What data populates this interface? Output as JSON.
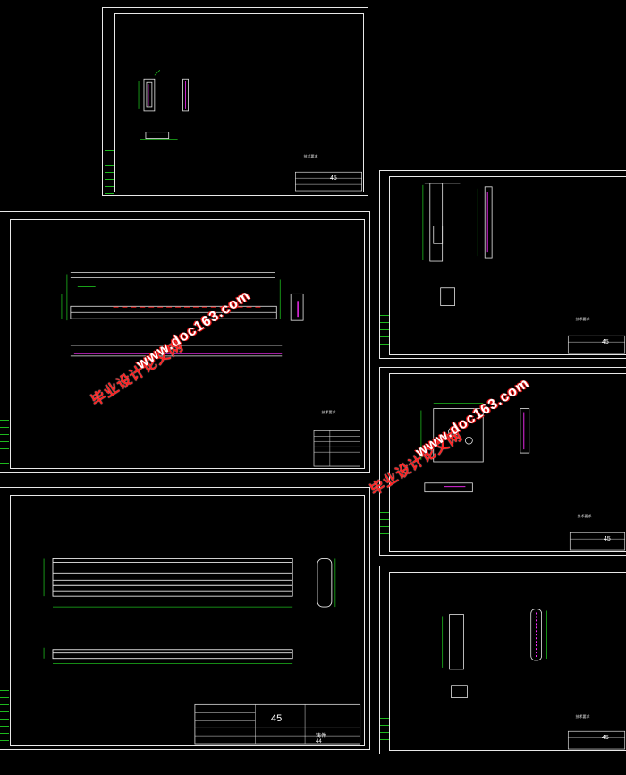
{
  "sheets": {
    "s1": {
      "tb_label": "45",
      "note_title": "技术要求"
    },
    "s2": {
      "note_title": "技术要求"
    },
    "s3": {
      "tb_label": "45",
      "note_title": "技术要求"
    },
    "s4": {
      "tb_label": "45",
      "note_title": "技术要求"
    },
    "s5": {
      "tb_number": "45",
      "tb_name": "铸件",
      "tb_scale": "44"
    },
    "s6": {
      "tb_label": "45",
      "note_title": "技术要求"
    }
  },
  "watermarks": [
    {
      "text": "毕业设计论文网"
    },
    {
      "text": "www.doc163.com"
    },
    {
      "text": "毕业设计论文网"
    },
    {
      "text": "www.doc163.com"
    }
  ],
  "colors": {
    "frame": "#e8e8e8",
    "green": "#1db91d",
    "magenta": "#ff2dff",
    "cyan": "#2de0ff",
    "red": "#e31313"
  }
}
